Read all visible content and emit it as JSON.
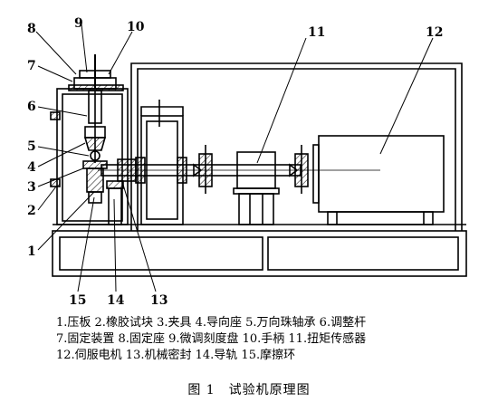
{
  "figure": {
    "callouts": {
      "n1": "1",
      "n2": "2",
      "n3": "3",
      "n4": "4",
      "n5": "5",
      "n6": "6",
      "n7": "7",
      "n8": "8",
      "n9": "9",
      "n10": "10",
      "n11": "11",
      "n12": "12",
      "n13": "13",
      "n14": "14",
      "n15": "15"
    },
    "legend": [
      "1.压板 2.橡胶试块 3.夹具 4.导向座 5.万向珠轴承 6.调整杆",
      "7.固定装置 8.固定座 9.微调刻度盘 10.手柄 11.扭矩传感器",
      "12.伺服电机 13.机械密封 14.导轨 15.摩擦环"
    ],
    "caption": "图 1　试验机原理图"
  }
}
